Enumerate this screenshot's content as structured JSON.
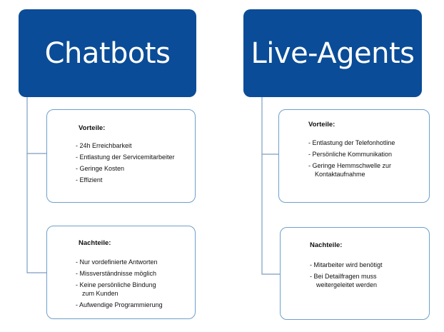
{
  "columns": [
    {
      "header": "Chatbots",
      "advantages": {
        "title": "Vorteile:",
        "items": [
          "24h Erreichbarkeit",
          "Entlastung der Servicemitarbeiter",
          "Geringe Kosten",
          "Effizient"
        ]
      },
      "disadvantages": {
        "title": "Nachteile:",
        "items": [
          "Nur vordefinierte Antworten",
          "Missverständnisse möglich",
          "Keine persönliche Bindung zum Kunden",
          "Aufwendige Programmierung"
        ]
      }
    },
    {
      "header": "Live-Agents",
      "advantages": {
        "title": "Vorteile:",
        "items": [
          "Entlastung der Telefonhotline",
          "Persönliche Kommunikation",
          "Geringe Hemmschwelle zur Kontaktaufnahme"
        ]
      },
      "disadvantages": {
        "title": "Nachteile:",
        "items": [
          "Mitarbeiter wird benötigt",
          "Bei Detailfragen muss weitergeleitet werden"
        ]
      }
    }
  ],
  "colors": {
    "header_fill": "#0a4c97",
    "card_border": "#6f9fcc",
    "connector": "#7d9cc0"
  }
}
